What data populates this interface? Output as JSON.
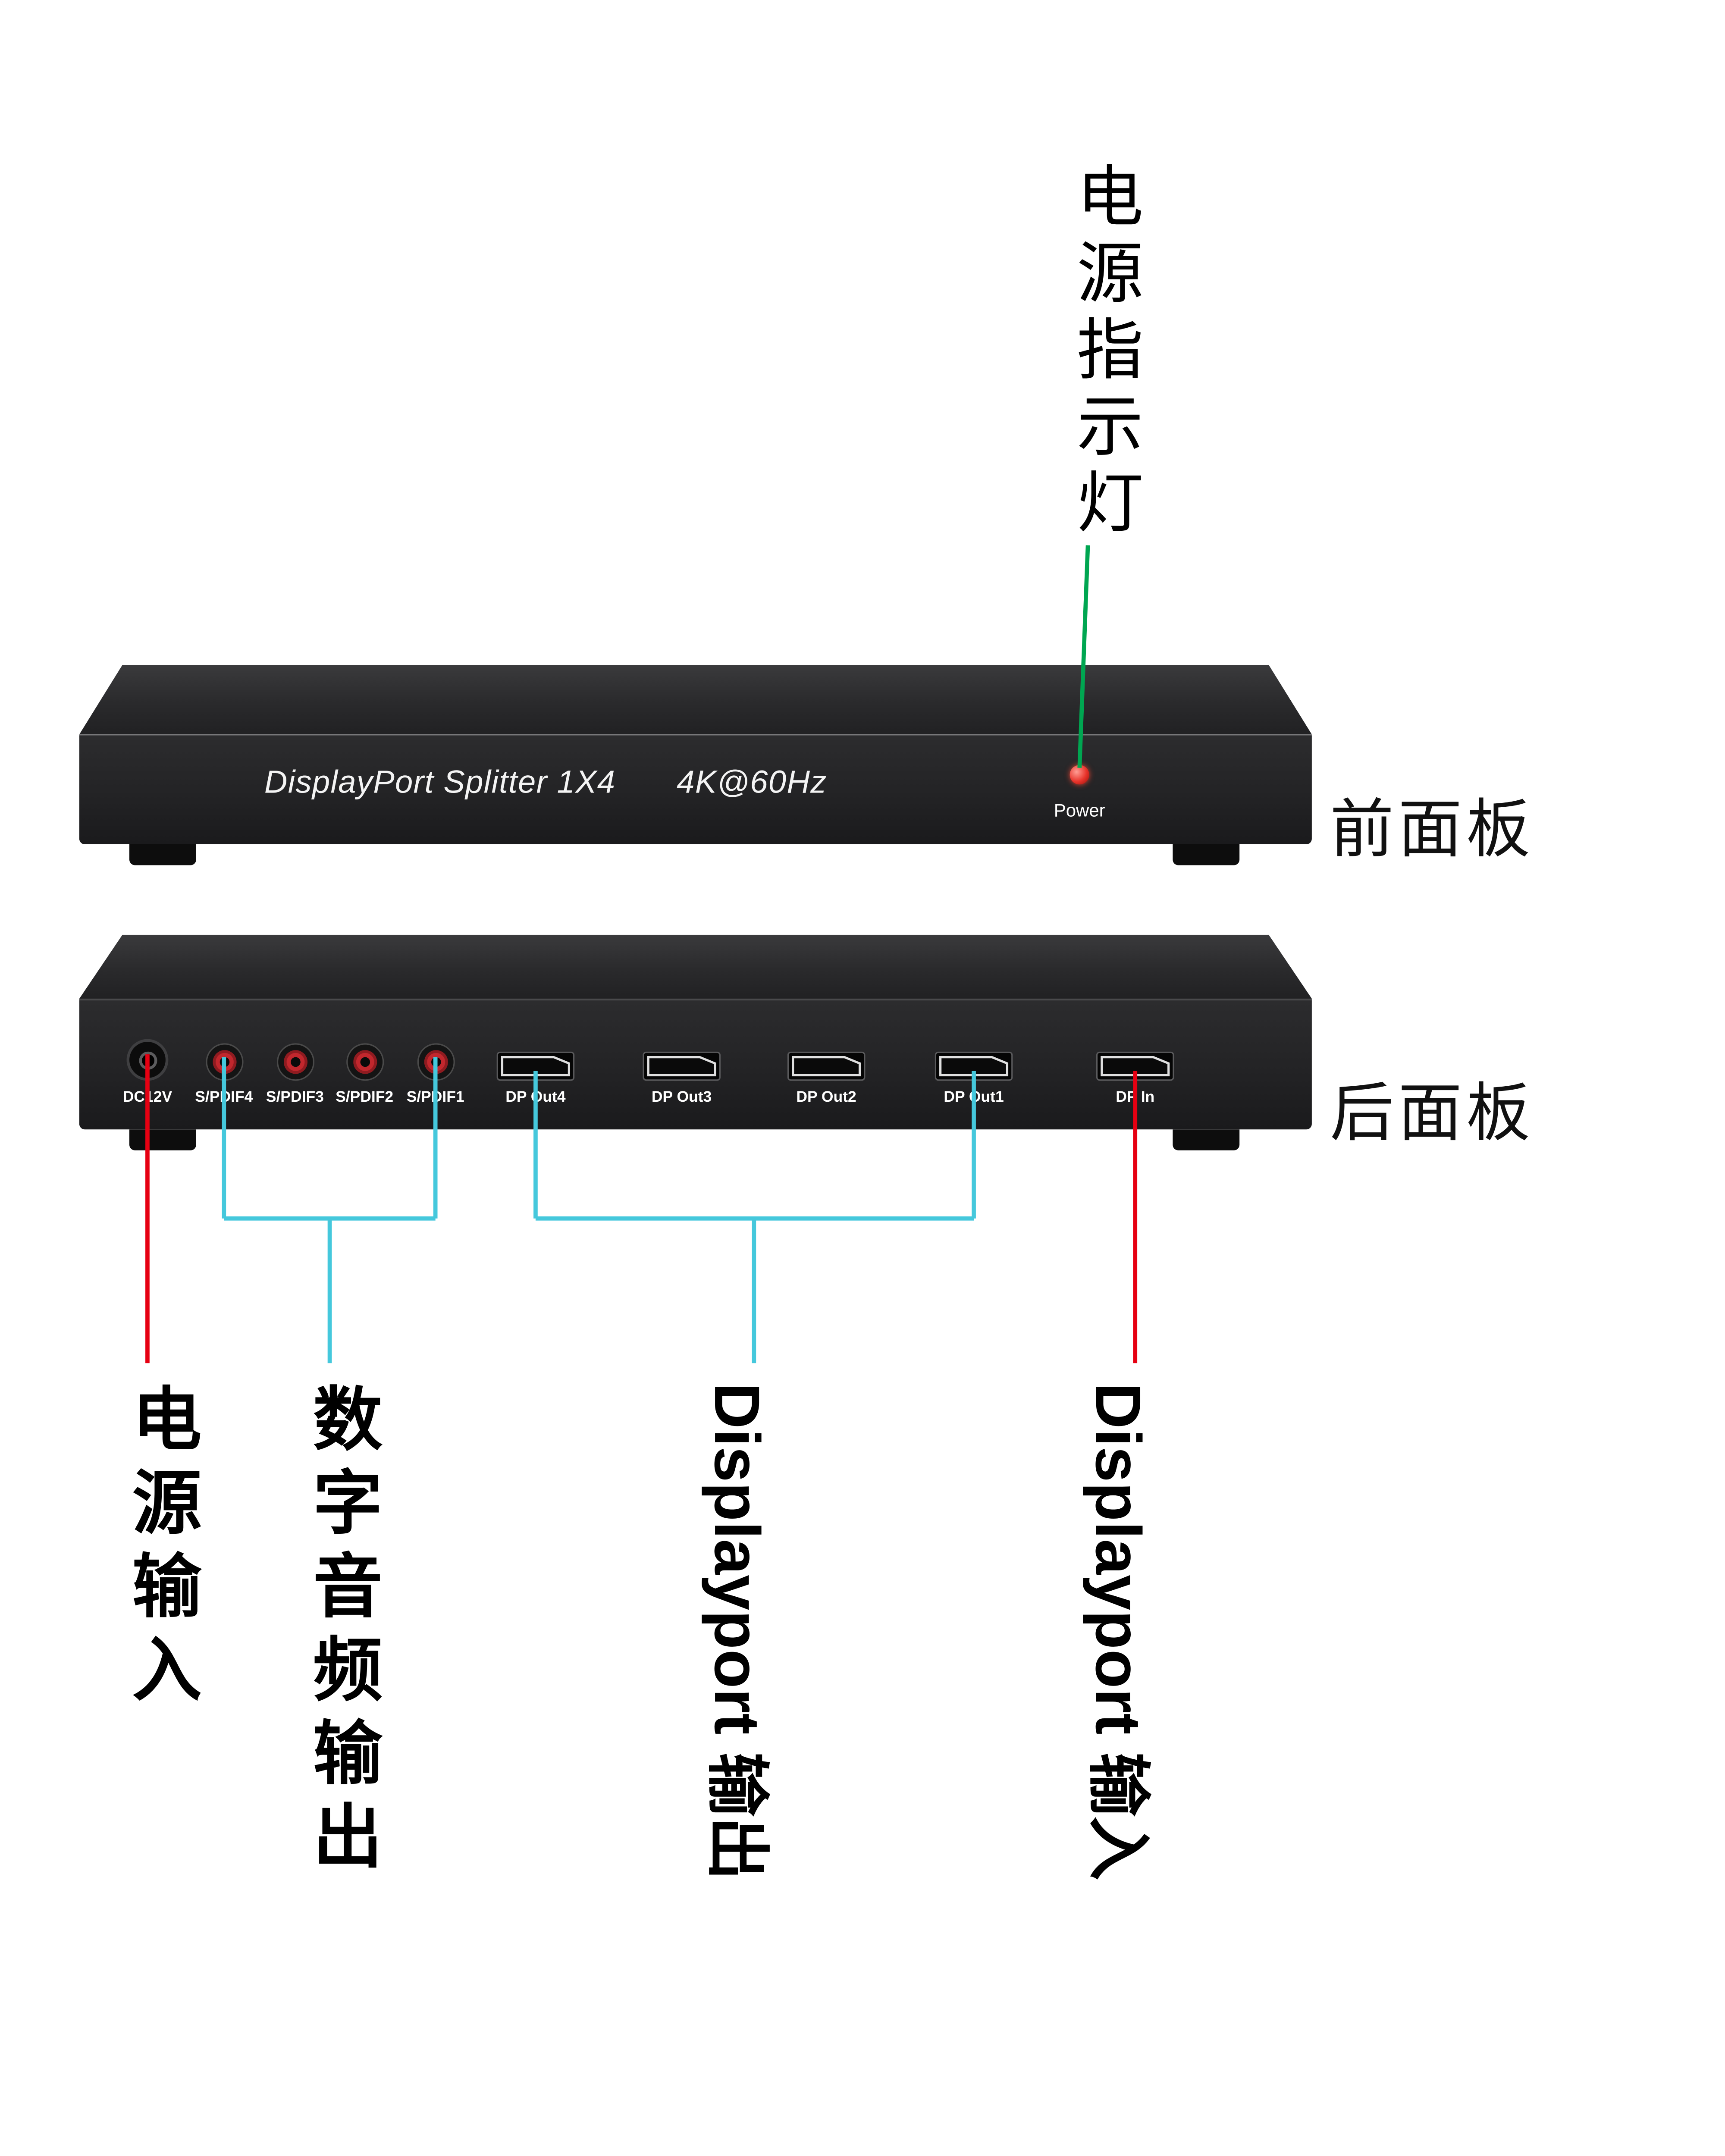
{
  "front_panel": {
    "label": "前面板",
    "model": "DisplayPort Splitter 1X4",
    "spec": "4K@60Hz",
    "power": "Power"
  },
  "rear_panel": {
    "label": "后面板",
    "dc_label": "DC12V",
    "spdif_labels": [
      "S/PDIF4",
      "S/PDIF3",
      "S/PDIF2",
      "S/PDIF1"
    ],
    "dp_out_labels": [
      "DP Out4",
      "DP Out3",
      "DP Out2",
      "DP Out1"
    ],
    "dp_in_label": "DP In"
  },
  "annotations": {
    "power_led": "电源指示灯",
    "power_input": "电源输入",
    "digital_audio_output": "数字音频输出",
    "dp_output": "Displayport 输出",
    "dp_input": "Displayport 输入"
  },
  "colors": {
    "annotation_green": "#00a651",
    "annotation_red": "#e60012",
    "annotation_cyan": "#45c8dc",
    "led_red": "#e8332a"
  }
}
